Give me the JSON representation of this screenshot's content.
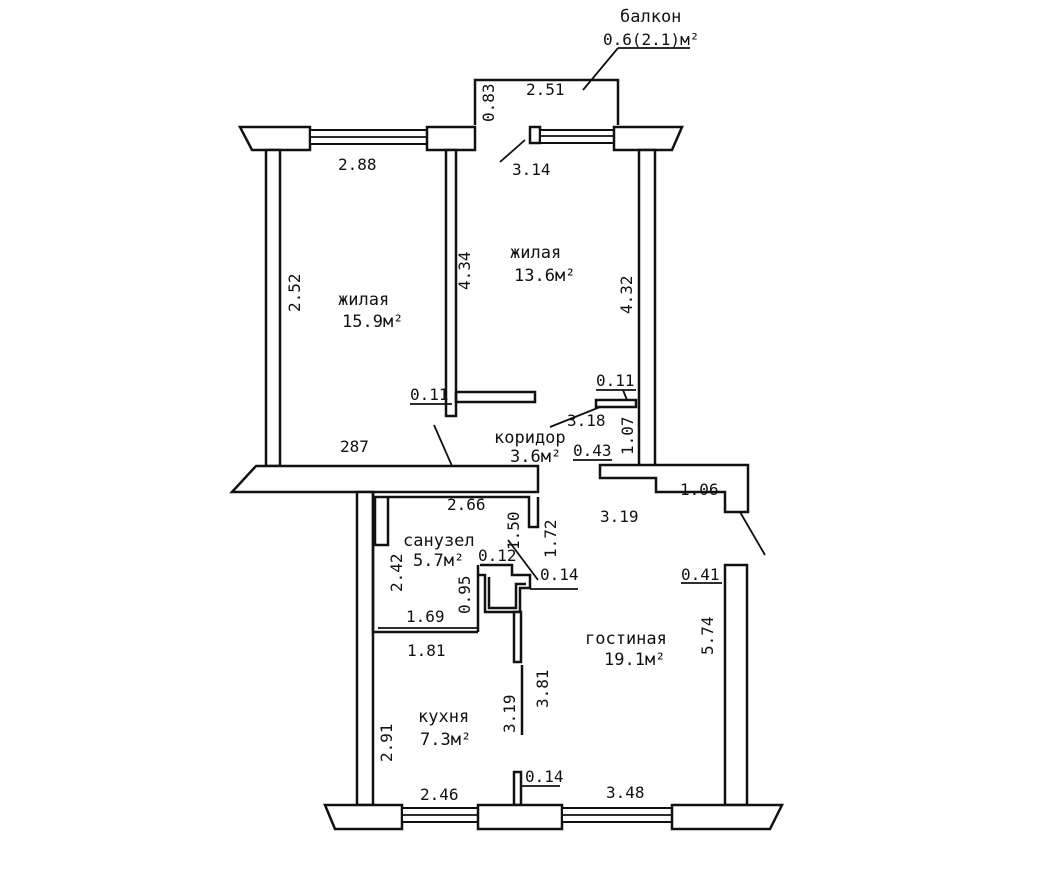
{
  "balcony": {
    "name": "балкон",
    "area": "0.6(2.1)м²"
  },
  "rooms": [
    {
      "id": "living-1",
      "name": "жилая",
      "area": "15.9м²"
    },
    {
      "id": "living-2",
      "name": "жилая",
      "area": "13.6м²"
    },
    {
      "id": "corridor",
      "name": "коридор",
      "area": "3.6м²"
    },
    {
      "id": "bathroom",
      "name": "санузел",
      "area": "5.7м²"
    },
    {
      "id": "living-room",
      "name": "гостиная",
      "area": "19.1м²"
    },
    {
      "id": "kitchen",
      "name": "кухня",
      "area": "7.3м²"
    }
  ],
  "dimensions": {
    "balcony_width": "2.51",
    "balcony_depth": "0.83",
    "room1_top": "2.88",
    "room1_side": "2.52",
    "room1_bottom": "287",
    "room1_wall": "0.11",
    "room2_top": "3.14",
    "room2_left": "4.34",
    "room2_right": "4.32",
    "corr_wall": "0.11",
    "corr_len": "3.18",
    "corr_side": "1.07",
    "corr_step": "0.43",
    "bath_top": "2.66",
    "bath_side": "2.42",
    "bath_bottom": "1.69",
    "bath_inner": "0.95",
    "bath_door": "1.50",
    "bath_right": "1.72",
    "bath_niche": "0.12",
    "bath_partition": "0.14",
    "living_step": "1.06",
    "living_top": "3.19",
    "living_wall": "0.41",
    "living_right": "5.74",
    "living_bottom": "3.48",
    "kitchen_top": "1.81",
    "kitchen_side": "2.91",
    "kitchen_bottom": "2.46",
    "kitchen_part_a": "3.81",
    "kitchen_part_b": "3.19",
    "kitchen_wall": "0.14"
  }
}
